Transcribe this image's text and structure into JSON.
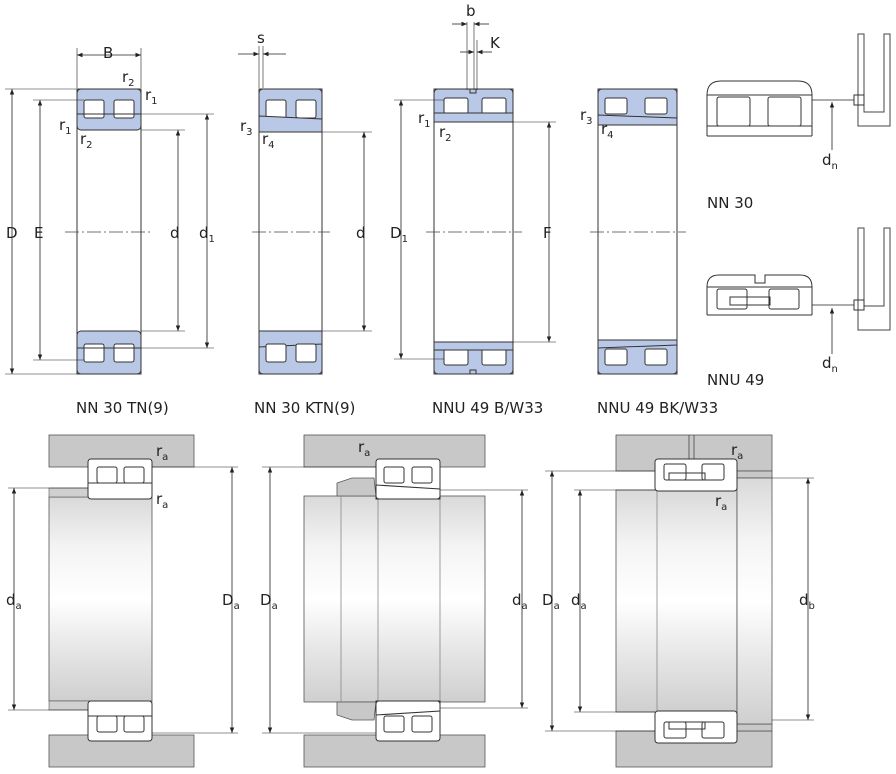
{
  "figures": {
    "nn30tn": {
      "caption": "NN 30 TN(9)",
      "labels": {
        "B": "B",
        "r1": "r",
        "r1_sub": "1",
        "r2": "r",
        "r2_sub": "2",
        "D": "D",
        "E": "E",
        "d": "d",
        "d1": "d",
        "d1_sub": "1"
      }
    },
    "nn30ktn": {
      "caption": "NN 30 KTN(9)",
      "labels": {
        "s": "s",
        "r3": "r",
        "r3_sub": "3",
        "r4": "r",
        "r4_sub": "4",
        "d": "d"
      }
    },
    "nnu49b": {
      "caption": "NNU 49 B/W33",
      "labels": {
        "b": "b",
        "K": "K",
        "r1": "r",
        "r1_sub": "1",
        "r2": "r",
        "r2_sub": "2",
        "D1": "D",
        "D1_sub": "1",
        "F": "F"
      }
    },
    "nnu49bk": {
      "caption": "NNU 49 BK/W33",
      "labels": {
        "r3": "r",
        "r3_sub": "3",
        "r4": "r",
        "r4_sub": "4"
      }
    },
    "nn30_side": {
      "caption": "NN 30",
      "labels": {
        "dn": "d",
        "dn_sub": "n"
      }
    },
    "nnu49_side": {
      "caption": "NNU 49",
      "labels": {
        "dn": "d",
        "dn_sub": "n"
      }
    },
    "mount1": {
      "labels": {
        "ra_top": "r",
        "ra_top_sub": "a",
        "ra_bot": "r",
        "ra_bot_sub": "a",
        "da": "d",
        "da_sub": "a",
        "Da": "D",
        "Da_sub": "a"
      }
    },
    "mount2": {
      "labels": {
        "ra": "r",
        "ra_sub": "a",
        "Da": "D",
        "Da_sub": "a",
        "da": "d",
        "da_sub": "a"
      }
    },
    "mount3": {
      "labels": {
        "ra_top": "r",
        "ra_top_sub": "a",
        "ra_bot": "r",
        "ra_bot_sub": "a",
        "Da": "D",
        "Da_sub": "a",
        "da": "d",
        "da_sub": "a",
        "db": "d",
        "db_sub": "b"
      }
    }
  },
  "colors": {
    "ring_fill": "#b9c8e6",
    "housing_fill": "#c8c8c8",
    "line": "#333333"
  }
}
